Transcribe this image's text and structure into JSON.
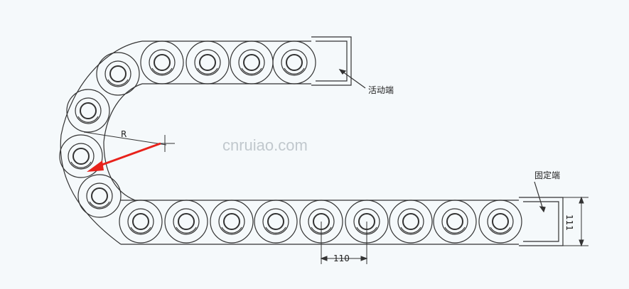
{
  "labels": {
    "moving_end": "活动端",
    "fixed_end": "固定端",
    "radius": "R",
    "pitch": "110",
    "height": "111"
  },
  "watermark": "cnruiao.com",
  "colors": {
    "line": "#333333",
    "arrow": "#e8221b",
    "background": "#f5f9fb",
    "watermark": "#9aa3aa"
  }
}
